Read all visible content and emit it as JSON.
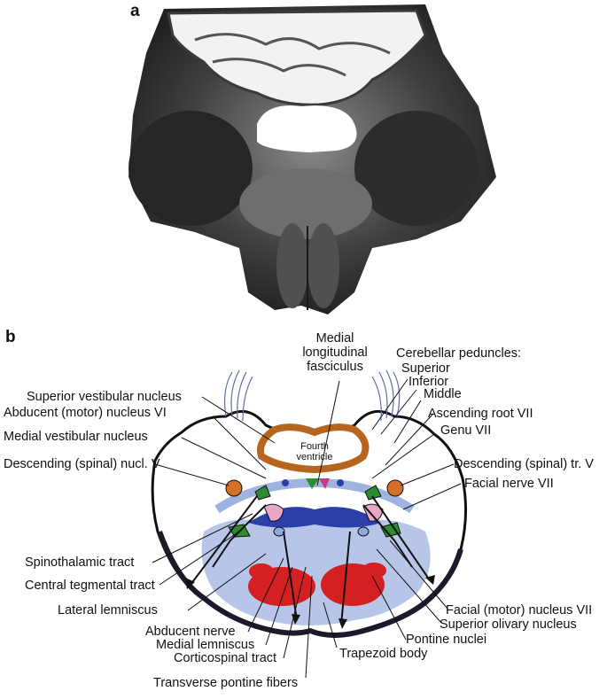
{
  "panels": {
    "a": "a",
    "b": "b"
  },
  "ventricle_label": "Fourth ventricle",
  "labels": {
    "mlf": "Medial longitudinal fasciculus",
    "cerebellar_peduncles": "Cerebellar peduncles:",
    "superior": "Superior",
    "inferior": "Inferior",
    "middle": "Middle",
    "superior_vestibular_nucleus": "Superior vestibular nucleus",
    "abducent_nucleus": "Abducent (motor) nucleus VI",
    "medial_vestibular_nucleus": "Medial vestibular nucleus",
    "descending_nucl_v": "Descending (spinal) nucl. V",
    "ascending_root_vii": "Ascending root  VII",
    "genu_vii": "Genu VII",
    "descending_tr_v": "Descending (spinal) tr. V",
    "facial_nerve_vii": "Facial nerve VII",
    "spinothalamic_tract": "Spinothalamic tract",
    "central_tegmental_tract": "Central tegmental tract",
    "lateral_lemniscus": "Lateral lemniscus",
    "abducent_nerve": "Abducent nerve",
    "medial_lemniscus": "Medial lemniscus",
    "corticospinal_tract": "Corticospinal tract",
    "transverse_pontine_fibers": "Transverse pontine fibers",
    "trapezoid_body": "Trapezoid body",
    "facial_motor_nucleus_vii": "Facial (motor) nucleus VII",
    "superior_olivary_nucleus": "Superior olivary nucleus",
    "pontine_nuclei": "Pontine nuclei"
  },
  "colors": {
    "ventricle_outline": "#b5651d",
    "pons_blue": "#b7c6e8",
    "corticospinal_red": "#d42020",
    "medial_lemniscus_blue": "#2b3fa8",
    "nucleus_orange": "#d4702a",
    "abducent_green": "#2e8b2e",
    "inferior_olive_pink": "#e8a6c8"
  }
}
